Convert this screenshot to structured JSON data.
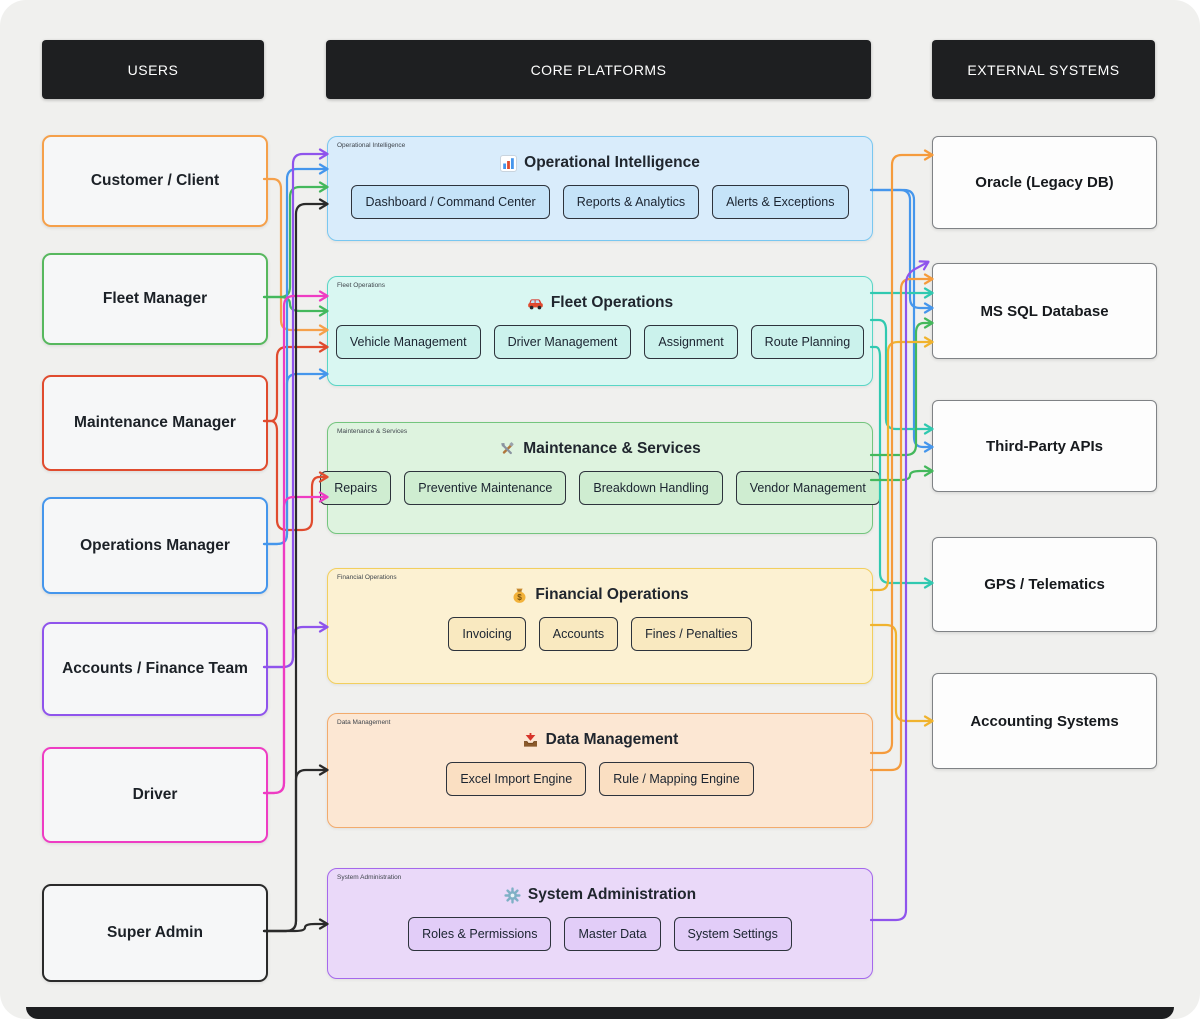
{
  "headers": {
    "users": {
      "label": "USERS"
    },
    "core": {
      "label": "CORE PLATFORMS"
    },
    "external": {
      "label": "EXTERNAL SYSTEMS"
    }
  },
  "users": [
    {
      "id": "customer",
      "label": "Customer / Client",
      "color": "#f5a04a"
    },
    {
      "id": "fleet-manager",
      "label": "Fleet Manager",
      "color": "#57b85e"
    },
    {
      "id": "maintenance-manager",
      "label": "Maintenance Manager",
      "color": "#e04b2e"
    },
    {
      "id": "operations-manager",
      "label": "Operations Manager",
      "color": "#4596ec"
    },
    {
      "id": "accounts",
      "label": "Accounts / Finance Team",
      "color": "#8f54ec"
    },
    {
      "id": "driver",
      "label": "Driver",
      "color": "#ee3cc3"
    },
    {
      "id": "super-admin",
      "label": "Super Admin",
      "color": "#2a2a2a"
    }
  ],
  "platforms": [
    {
      "id": "op-int",
      "tag": "Operational Intelligence",
      "title": "Operational Intelligence",
      "icon": "bar-chart-icon",
      "bg": "#d9ecfb",
      "border": "#79c7f0",
      "chip_bg": "#c5e3f8",
      "chips": [
        "Dashboard / Command Center",
        "Reports & Analytics",
        "Alerts & Exceptions"
      ]
    },
    {
      "id": "fleet-ops",
      "tag": "Fleet Operations",
      "title": "Fleet Operations",
      "icon": "car-icon",
      "bg": "#d9f7f2",
      "border": "#59d6c6",
      "chip_bg": "#cbf2ec",
      "chips": [
        "Vehicle Management",
        "Driver Management",
        "Assignment",
        "Route Planning"
      ]
    },
    {
      "id": "maintenance",
      "tag": "Maintenance & Services",
      "title": "Maintenance & Services",
      "icon": "tools-icon",
      "bg": "#def3df",
      "border": "#74c57e",
      "chip_bg": "#cfedd1",
      "chips": [
        "Repairs",
        "Preventive Maintenance",
        "Breakdown Handling",
        "Vendor Management"
      ]
    },
    {
      "id": "financial",
      "tag": "Financial Operations",
      "title": "Financial Operations",
      "icon": "money-bag-icon",
      "bg": "#fcf1d2",
      "border": "#f2cf5e",
      "chip_bg": "#f9e9c0",
      "chips": [
        "Invoicing",
        "Accounts",
        "Fines / Penalties"
      ]
    },
    {
      "id": "data-mgmt",
      "tag": "Data Management",
      "title": "Data Management",
      "icon": "import-tray-icon",
      "bg": "#fce7d3",
      "border": "#f2ab6d",
      "chip_bg": "#fadfc2",
      "chips": [
        "Excel Import Engine",
        "Rule / Mapping Engine"
      ]
    },
    {
      "id": "sys-admin",
      "tag": "System Administration",
      "title": "System Administration",
      "icon": "gear-icon",
      "bg": "#ead9f9",
      "border": "#a568ec",
      "chip_bg": "#e2cdf8",
      "chips": [
        "Roles & Permissions",
        "Master Data",
        "System Settings"
      ]
    }
  ],
  "externals": [
    {
      "id": "oracle",
      "label": "Oracle (Legacy DB)"
    },
    {
      "id": "ms-sql",
      "label": "MS SQL Database"
    },
    {
      "id": "third-party",
      "label": "Third-Party APIs"
    },
    {
      "id": "gps",
      "label": "GPS / Telematics"
    },
    {
      "id": "accounting",
      "label": "Accounting Systems"
    }
  ],
  "edges": [
    {
      "from": "customer",
      "to": "fleet-ops",
      "color": "#f5a04a"
    },
    {
      "from": "fleet-manager",
      "to": "op-int",
      "color": "#44b85c"
    },
    {
      "from": "fleet-manager",
      "to": "fleet-ops",
      "color": "#44b85c"
    },
    {
      "from": "maintenance-manager",
      "to": "fleet-ops",
      "color": "#e04b2e"
    },
    {
      "from": "maintenance-manager",
      "to": "maintenance",
      "color": "#e04b2e"
    },
    {
      "from": "operations-manager",
      "to": "op-int",
      "color": "#4596ec"
    },
    {
      "from": "operations-manager",
      "to": "fleet-ops",
      "color": "#4596ec"
    },
    {
      "from": "accounts",
      "to": "op-int",
      "color": "#8f54ec"
    },
    {
      "from": "accounts",
      "to": "financial",
      "color": "#8f54ec"
    },
    {
      "from": "driver",
      "to": "fleet-ops",
      "color": "#ee3cc3"
    },
    {
      "from": "driver",
      "to": "maintenance",
      "color": "#ee3cc3"
    },
    {
      "from": "super-admin",
      "to": "op-int",
      "color": "#2a2a2a"
    },
    {
      "from": "super-admin",
      "to": "data-mgmt",
      "color": "#2a2a2a"
    },
    {
      "from": "super-admin",
      "to": "sys-admin",
      "color": "#2a2a2a"
    },
    {
      "from": "op-int",
      "to": "ms-sql",
      "color": "#4596ec"
    },
    {
      "from": "op-int",
      "to": "third-party",
      "color": "#4596ec"
    },
    {
      "from": "fleet-ops",
      "to": "ms-sql",
      "color": "#30c9b0"
    },
    {
      "from": "fleet-ops",
      "to": "third-party",
      "color": "#30c9b0"
    },
    {
      "from": "fleet-ops",
      "to": "gps",
      "color": "#30c9b0"
    },
    {
      "from": "maintenance",
      "to": "ms-sql",
      "color": "#44b85c"
    },
    {
      "from": "maintenance",
      "to": "third-party",
      "color": "#44b85c"
    },
    {
      "from": "financial",
      "to": "ms-sql",
      "color": "#f0b32e"
    },
    {
      "from": "financial",
      "to": "accounting",
      "color": "#f0b32e"
    },
    {
      "from": "data-mgmt",
      "to": "oracle",
      "color": "#f59b3c"
    },
    {
      "from": "data-mgmt",
      "to": "ms-sql",
      "color": "#f59b3c"
    },
    {
      "from": "sys-admin",
      "to": "ms-sql",
      "color": "#8f54ec"
    }
  ]
}
